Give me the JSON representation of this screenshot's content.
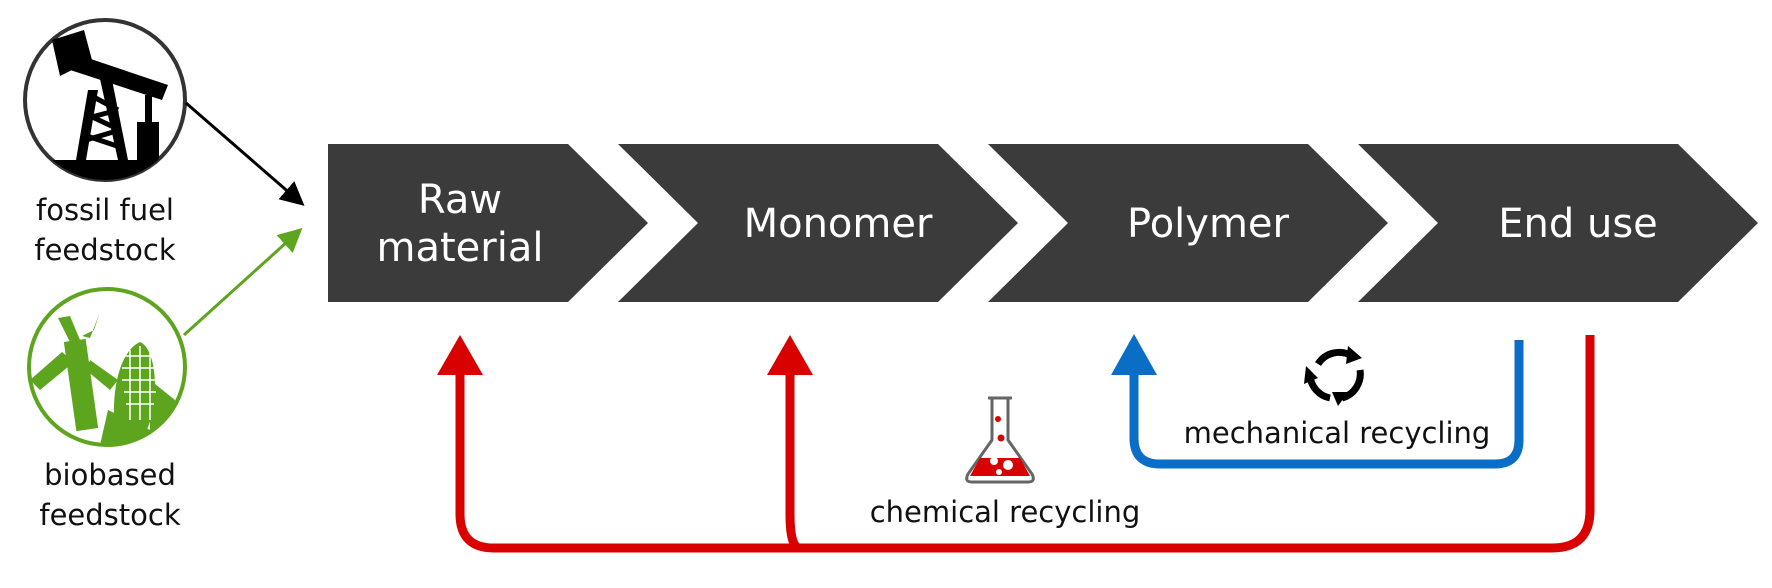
{
  "feedstocks": [
    {
      "label_line1": "fossil fuel",
      "label_line2": "feedstock",
      "icon": "oil-pump-icon",
      "color": "#000000"
    },
    {
      "label_line1": "biobased",
      "label_line2": "feedstock",
      "icon": "crops-icon",
      "color": "#5da51e"
    }
  ],
  "steps": [
    {
      "line1": "Raw",
      "line2": "material"
    },
    {
      "label": "Monomer"
    },
    {
      "label": "Polymer"
    },
    {
      "label": "End use"
    }
  ],
  "recycling": {
    "chemical": {
      "label": "chemical recycling",
      "icon": "flask-icon",
      "color": "#d90000"
    },
    "mechanical": {
      "label": "mechanical recycling",
      "icon": "recycle-icon",
      "color": "#0a6ec6"
    }
  },
  "colors": {
    "chevron": "#3b3b3b"
  }
}
